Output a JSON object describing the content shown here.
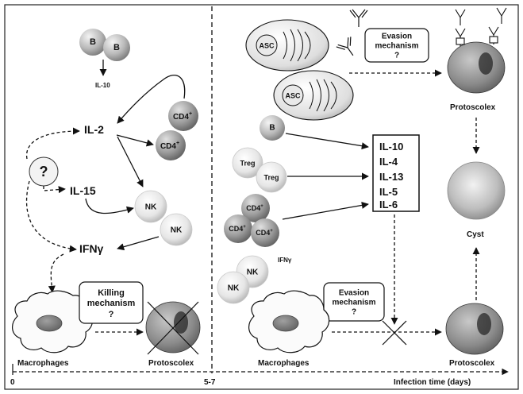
{
  "left": {
    "b_cell_label": "B",
    "il10_small": "IL-10",
    "il2": "IL-2",
    "il15": "IL-15",
    "ifng": "IFNγ",
    "question_mark": "?",
    "cd4_label": "CD4",
    "cd4_sup": "+",
    "nk_label": "NK",
    "killing_box": [
      "Killing",
      "mechanism",
      "?"
    ],
    "macrophages": "Macrophages",
    "protoscolex": "Protoscolex"
  },
  "right": {
    "asc_label": "ASC",
    "evasion_box_top": [
      "Evasion",
      "mechanism",
      "?"
    ],
    "protoscolex_top": "Protoscolex",
    "b_label": "B",
    "treg_label": "Treg",
    "cd4_label": "CD4",
    "cd4_sup": "+",
    "ifng_small": "IFNγ",
    "nk_label": "NK",
    "cytokines": [
      "IL-10",
      "IL-4",
      "IL-13",
      "IL-5",
      "IL-6"
    ],
    "cyst": "Cyst",
    "evasion_box_bottom": [
      "Evasion",
      "mechanism",
      "?"
    ],
    "macrophages": "Macrophages",
    "protoscolex_bottom": "Protoscolex"
  },
  "axis": {
    "start": "0",
    "mid": "5-7",
    "label": "Infection time (days)"
  }
}
